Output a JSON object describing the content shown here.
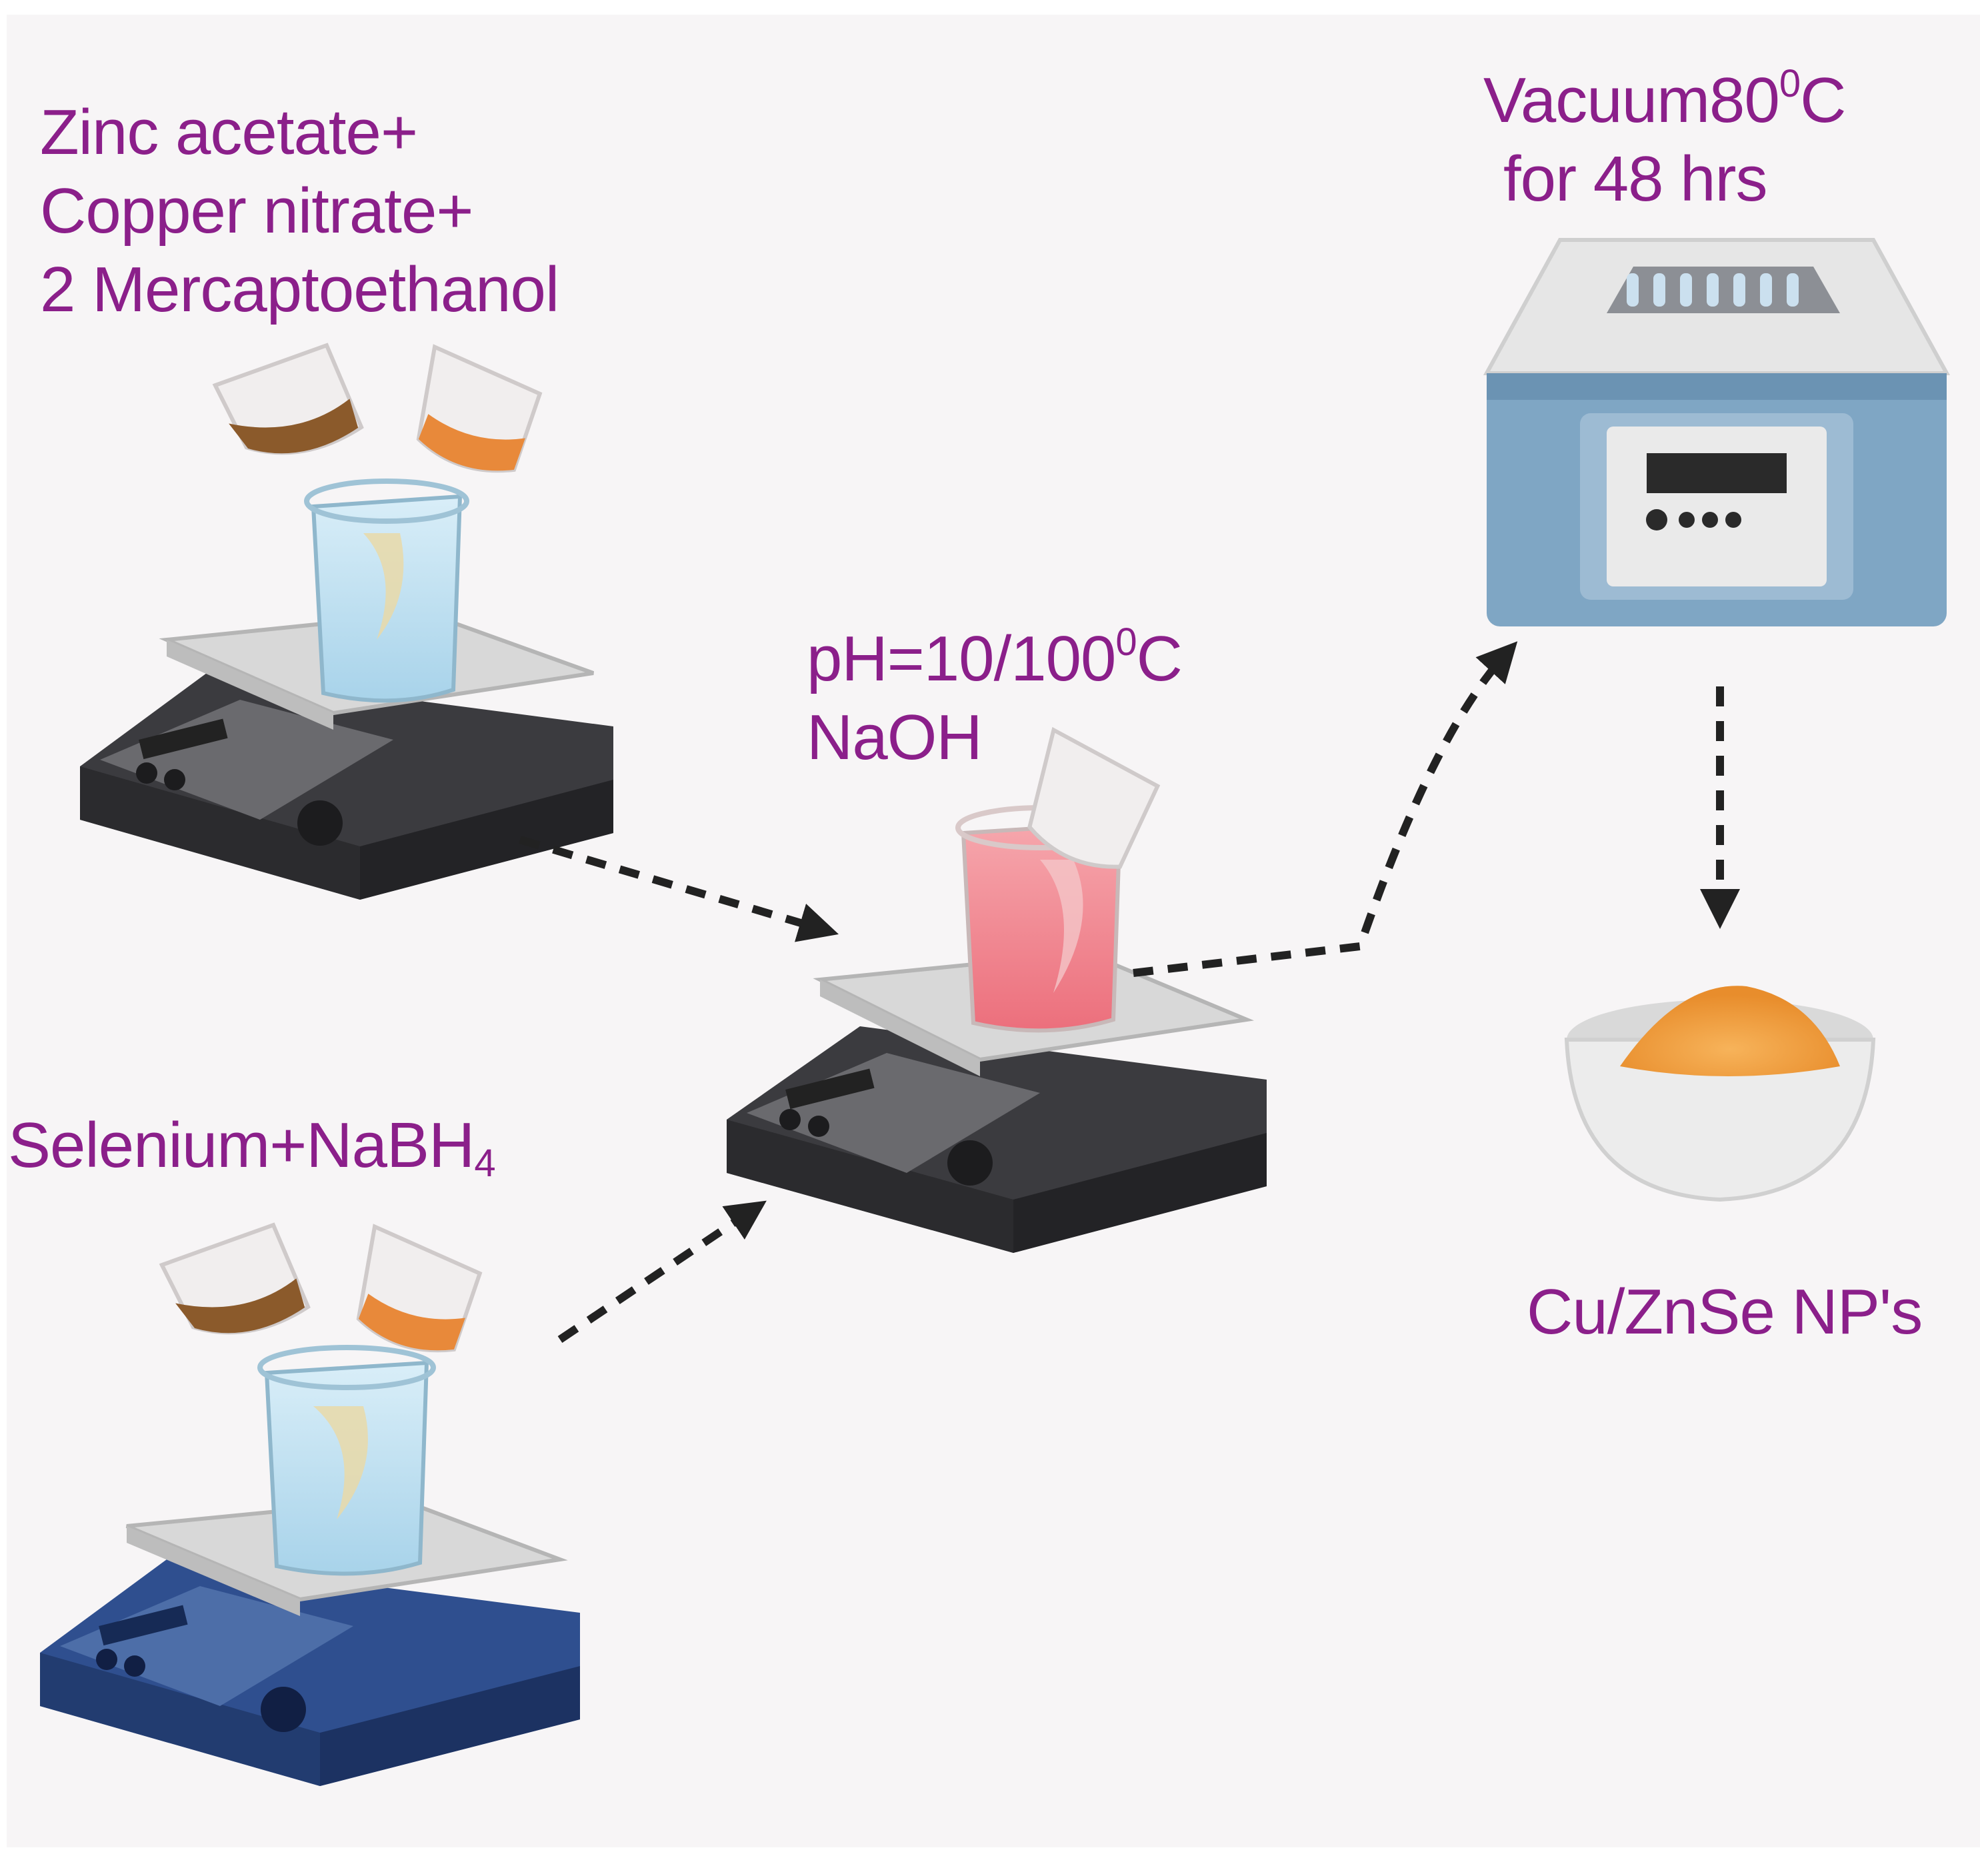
{
  "labels": {
    "solution1": [
      "Zinc acetate+",
      "Copper nitrate+",
      "2 Mercaptoethanol"
    ],
    "solution2": {
      "text": "Selenium+NaBH",
      "subscript": "4"
    },
    "reaction": {
      "line1_before": "pH=10/100",
      "line1_sup": "0",
      "line1_after": "C",
      "line2": "NaOH"
    },
    "drying": {
      "line1_before": "Vacuum80",
      "line1_sup": "0",
      "line1_after": "C",
      "line2": "for 48 hrs"
    },
    "product": "Cu/ZnSe NP's"
  },
  "colors": {
    "label_text": "#8b1f8a",
    "background": "#f7f5f6",
    "arrow": "#222222",
    "stirrer_dark": "#3b3b3f",
    "stirrer_blue": "#2f4f8f",
    "oven_blue": "#7fa6c4",
    "powder": "#f0a040"
  },
  "icons": [
    "hotplate-stirrer-icon",
    "beaker-icon",
    "pouring-beaker-icon",
    "vacuum-oven-icon",
    "bowl-icon"
  ]
}
